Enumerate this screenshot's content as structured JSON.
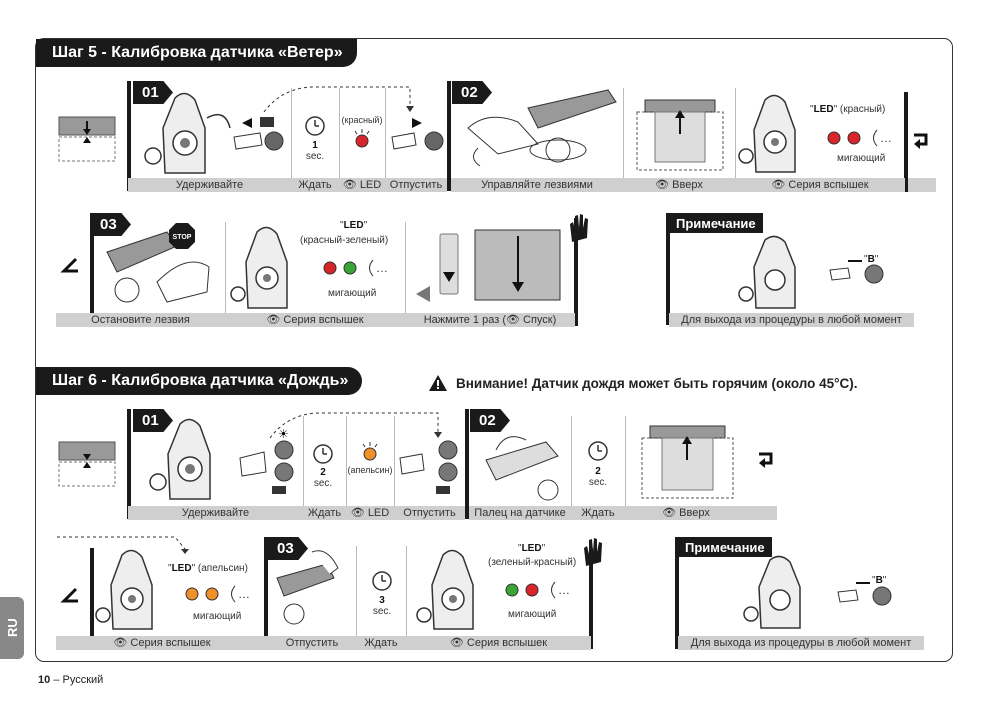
{
  "step5": {
    "title": "Шаг 5 - Калибровка датчика «Ветер»",
    "s01": "01",
    "s02": "02",
    "s03": "03",
    "row1_caps": [
      "Удерживайте",
      "Ждать",
      "LED",
      "Отпустить",
      "Управляйте лезвиями",
      "Вверх",
      "Серия вспышек"
    ],
    "wait_value": "1",
    "wait_unit": "sec.",
    "led_red": "(красный)",
    "led_label": "LED",
    "led_red_paren": "(красный)",
    "blinking": "мигающий",
    "row2_caps": [
      "Остановите лезвия",
      "Серия вспышек",
      "Нажмите 1 раз (",
      "Спуск)"
    ],
    "led2_color": "(красный-зеленый)",
    "stop_sign": "STOP",
    "note": {
      "title": "Примечание",
      "button": "B",
      "caption": "Для выхода из процедуры в любой момент"
    }
  },
  "step6": {
    "title": "Шаг 6 - Калибровка датчика «Дождь»",
    "warning": "Внимание! Датчик дождя может быть горячим (около 45°C).",
    "s01": "01",
    "s02": "02",
    "s03": "03",
    "row1_caps": [
      "Удерживайте",
      "Ждать",
      "LED",
      "Отпустить",
      "Палец на датчике",
      "Ждать",
      "Вверх"
    ],
    "wait1_value": "2",
    "wait_unit": "sec.",
    "led_orange": "(апельсин)",
    "wait2_value": "2",
    "row2_caps": [
      "Серия вспышек",
      "Отпустить",
      "Ждать",
      "Серия вспышек"
    ],
    "led_label": "LED",
    "led_orange_paren": "(апельсин)",
    "blinking": "мигающий",
    "wait3_value": "3",
    "led3_color": "(зеленый-красный)",
    "note": {
      "title": "Примечание",
      "button": "B",
      "caption": "Для выхода из процедуры в любой момент"
    }
  },
  "lang_tab": "RU",
  "footer": {
    "page": "10",
    "lang": "– Русский"
  },
  "colors": {
    "red": "#d9252a",
    "green": "#3aa535",
    "orange": "#f0902a",
    "dark": "#1a1a1a",
    "caption_bg": "#cfcfcf"
  }
}
